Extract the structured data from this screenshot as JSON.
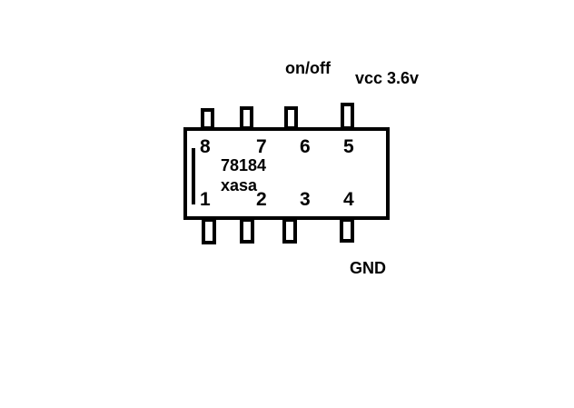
{
  "annotations": {
    "on_off": "on/off",
    "vcc": "vcc 3.6v",
    "gnd": "GND"
  },
  "chip": {
    "marking_line1": "78184",
    "marking_line2": "xasa"
  },
  "pins": {
    "top": [
      "8",
      "7",
      "6",
      "5"
    ],
    "bottom": [
      "1",
      "2",
      "3",
      "4"
    ]
  }
}
